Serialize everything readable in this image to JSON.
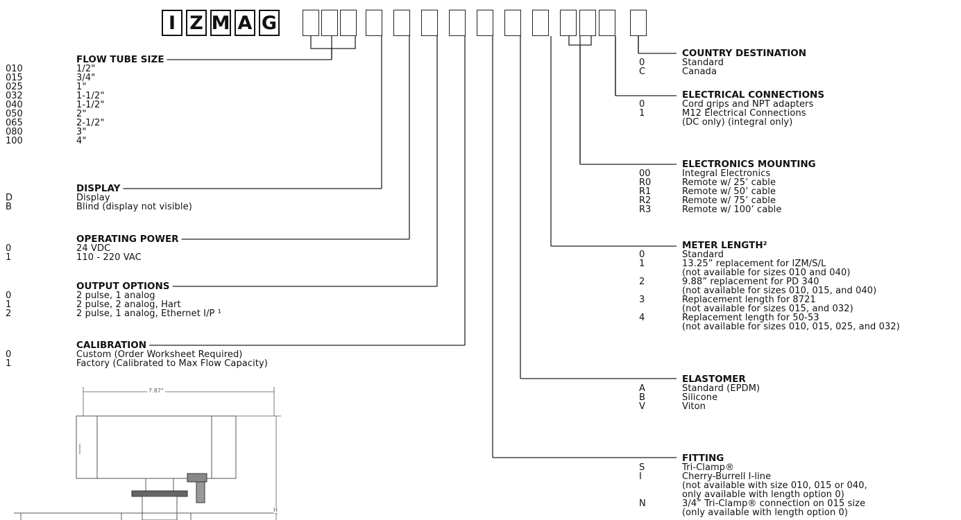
{
  "logo_letters": [
    "I",
    "Z",
    "M",
    "A",
    "G"
  ],
  "left_sections": [
    {
      "id": "flow-tube-size",
      "title": "FLOW TUBE SIZE",
      "options": [
        {
          "code": "010",
          "desc": "1/2\""
        },
        {
          "code": "015",
          "desc": "3/4\""
        },
        {
          "code": "025",
          "desc": "1\""
        },
        {
          "code": "032",
          "desc": "1-1/2\""
        },
        {
          "code": "040",
          "desc": "1-1/2\""
        },
        {
          "code": "050",
          "desc": "2\""
        },
        {
          "code": "065",
          "desc": "2-1/2\""
        },
        {
          "code": "080",
          "desc": "3\""
        },
        {
          "code": "100",
          "desc": "4\""
        }
      ]
    },
    {
      "id": "display",
      "title": "DISPLAY",
      "options": [
        {
          "code": "D",
          "desc": "Display"
        },
        {
          "code": "B",
          "desc": "Blind (display not visible)"
        }
      ]
    },
    {
      "id": "operating-power",
      "title": "OPERATING POWER",
      "options": [
        {
          "code": "0",
          "desc": "24 VDC"
        },
        {
          "code": "1",
          "desc": "110 - 220 VAC"
        }
      ]
    },
    {
      "id": "output-options",
      "title": "OUTPUT OPTIONS",
      "options": [
        {
          "code": "0",
          "desc": "2 pulse, 1 analog"
        },
        {
          "code": "1",
          "desc": "2 pulse, 2 analog, Hart"
        },
        {
          "code": "2",
          "desc": "2 pulse, 1 analog, Ethernet I/P ¹"
        }
      ]
    },
    {
      "id": "calibration",
      "title": "CALIBRATION",
      "options": [
        {
          "code": "0",
          "desc": "Custom (Order Worksheet Required)"
        },
        {
          "code": "1",
          "desc": "Factory (Calibrated to Max Flow Capacity)"
        }
      ]
    }
  ],
  "right_sections": [
    {
      "id": "country-destination",
      "title": "COUNTRY DESTINATION",
      "options": [
        {
          "code": "0",
          "desc": [
            "Standard"
          ]
        },
        {
          "code": "C",
          "desc": [
            "Canada"
          ]
        }
      ]
    },
    {
      "id": "electrical-connections",
      "title": "ELECTRICAL CONNECTIONS",
      "options": [
        {
          "code": "0",
          "desc": [
            "Cord grips and NPT adapters"
          ]
        },
        {
          "code": "1",
          "desc": [
            "M12 Electrical Connections",
            "(DC only) (integral only)"
          ]
        }
      ]
    },
    {
      "id": "electronics-mounting",
      "title": "ELECTRONICS MOUNTING",
      "options": [
        {
          "code": "00",
          "desc": [
            "Integral Electronics"
          ]
        },
        {
          "code": "R0",
          "desc": [
            "Remote w/ 25’ cable"
          ]
        },
        {
          "code": "R1",
          "desc": [
            "Remote w/ 50’ cable"
          ]
        },
        {
          "code": "R2",
          "desc": [
            "Remote w/ 75’ cable"
          ]
        },
        {
          "code": "R3",
          "desc": [
            "Remote w/ 100’ cable"
          ]
        }
      ]
    },
    {
      "id": "meter-length",
      "title": "METER LENGTH²",
      "options": [
        {
          "code": "0",
          "desc": [
            "Standard"
          ]
        },
        {
          "code": "1",
          "desc": [
            "13.25” replacement for IZM/S/L",
            "(not available for sizes 010 and 040)"
          ]
        },
        {
          "code": "2",
          "desc": [
            "9.88” replacement for PD 340",
            "(not available for sizes 010, 015, and 040)"
          ]
        },
        {
          "code": "3",
          "desc": [
            "Replacement length for 8721",
            "(not available for sizes 015, and 032)"
          ]
        },
        {
          "code": "4",
          "desc": [
            "Replacement length for 50-53",
            "(not available for sizes 010, 015, 025, and 032)"
          ]
        }
      ]
    },
    {
      "id": "elastomer",
      "title": "ELASTOMER",
      "options": [
        {
          "code": "A",
          "desc": [
            "Standard (EPDM)"
          ]
        },
        {
          "code": "B",
          "desc": [
            "Silicone"
          ]
        },
        {
          "code": "V",
          "desc": [
            "Viton"
          ]
        }
      ]
    },
    {
      "id": "fitting",
      "title": "FITTING",
      "options": [
        {
          "code": "S",
          "desc": [
            "Tri-Clamp®"
          ]
        },
        {
          "code": "I",
          "desc": [
            "Cherry-Burrell I-line",
            "(not available with size 010, 015 or 040,",
            "only available with length option 0)"
          ]
        },
        {
          "code": "N",
          "desc": [
            "3/4” Tri-Clamp® connection on 015 size",
            "(only available with length option 0)"
          ]
        }
      ]
    }
  ],
  "drawing": {
    "width_label": "7.87\"",
    "height_label": "H"
  },
  "colors": {
    "ink": "#111111",
    "line": "#222222",
    "drawing_line": "#444444"
  }
}
